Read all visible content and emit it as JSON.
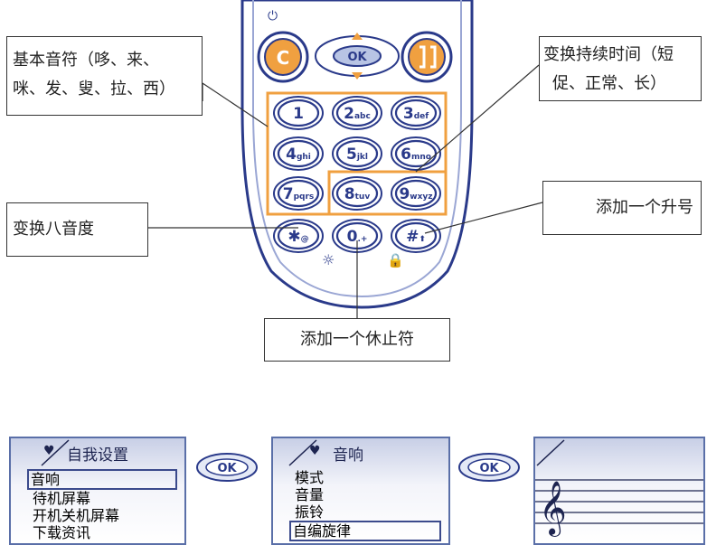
{
  "callouts": {
    "basic_notes": {
      "line1": "基本音符（哆、来、",
      "line2": "咪、发、叟、拉、西）"
    },
    "duration": {
      "line1": "变换持续时间（短",
      "line2": "促、正常、长）"
    },
    "octave": "变换八音度",
    "sharp": "添加一个升号",
    "rest": "添加一个休止符"
  },
  "keypad": {
    "keys": [
      "1",
      "2abc",
      "3def",
      "4ghi",
      "5jkl",
      "6mno",
      "7pqrs",
      "8tuv",
      "9wxyz",
      "✱@",
      "0.+",
      "#⬆"
    ],
    "ok_label": "OK",
    "c_label": "C",
    "power_label": "⏻"
  },
  "screens": {
    "s1": {
      "title": "自我设置",
      "items": [
        "音响",
        "待机屏幕",
        "开机关机屏幕",
        "下载资讯"
      ],
      "selected": 0
    },
    "s2": {
      "title": "音响",
      "items": [
        "模式",
        "音量",
        "振铃",
        "自编旋律"
      ],
      "selected": 3
    },
    "ok1": "OK",
    "ok2": "OK"
  },
  "colors": {
    "orange": "#f0a040",
    "blue": "#3b4a8c",
    "light_blue": "#b8c4e4"
  }
}
